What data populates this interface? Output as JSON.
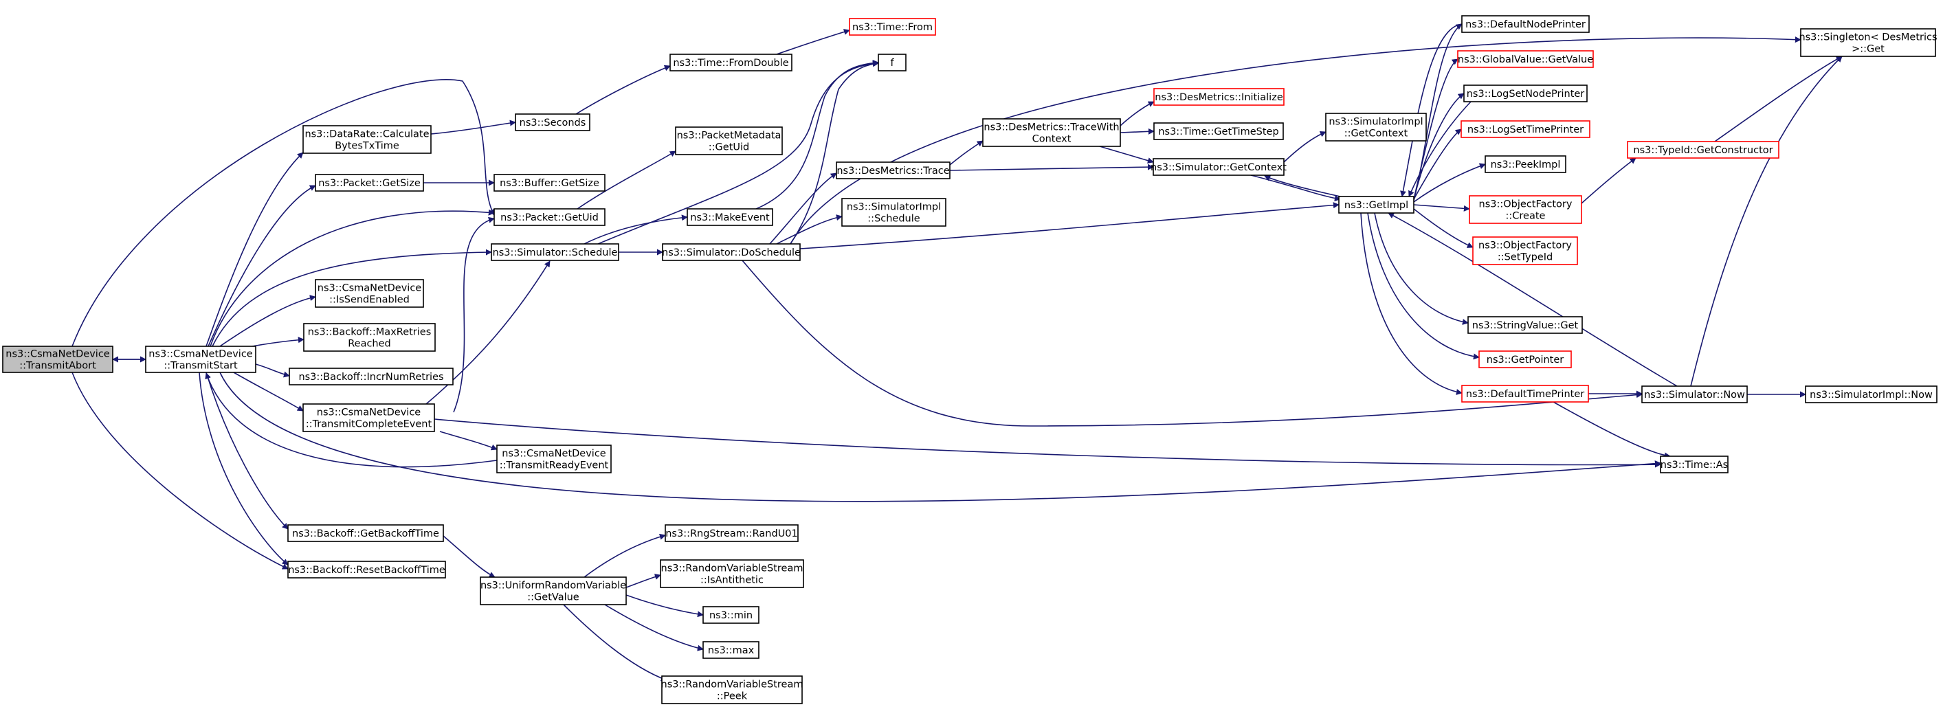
{
  "colors": {
    "edge": "#191970",
    "node_border": "#000000",
    "external_border": "#ff0000",
    "root_fill": "#bfbfbf"
  },
  "nodes": [
    {
      "id": "ta",
      "lines": [
        "ns3::CsmaNetDevice",
        "::TransmitAbort"
      ],
      "root": true
    },
    {
      "id": "ts",
      "lines": [
        "ns3::CsmaNetDevice",
        "::TransmitStart"
      ]
    },
    {
      "id": "dr",
      "lines": [
        "ns3::DataRate::Calculate",
        "BytesTxTime"
      ]
    },
    {
      "id": "sec",
      "lines": [
        "ns3::Seconds"
      ]
    },
    {
      "id": "tfd",
      "lines": [
        "ns3::Time::FromDouble"
      ]
    },
    {
      "id": "tf",
      "lines": [
        "ns3::Time::From"
      ],
      "red": true
    },
    {
      "id": "f",
      "lines": [
        "f"
      ]
    },
    {
      "id": "pgs",
      "lines": [
        "ns3::Packet::GetSize"
      ]
    },
    {
      "id": "bgs",
      "lines": [
        "ns3::Buffer::GetSize"
      ]
    },
    {
      "id": "pgu",
      "lines": [
        "ns3::Packet::GetUid"
      ]
    },
    {
      "id": "pmu",
      "lines": [
        "ns3::PacketMetadata",
        "::GetUid"
      ]
    },
    {
      "id": "me",
      "lines": [
        "ns3::MakeEvent"
      ]
    },
    {
      "id": "ss",
      "lines": [
        "ns3::Simulator::Schedule"
      ]
    },
    {
      "id": "sds",
      "lines": [
        "ns3::Simulator::DoSchedule"
      ]
    },
    {
      "id": "cse",
      "lines": [
        "ns3::CsmaNetDevice",
        "::IsSendEnabled"
      ]
    },
    {
      "id": "bmr",
      "lines": [
        "ns3::Backoff::MaxRetries",
        "Reached"
      ]
    },
    {
      "id": "bir",
      "lines": [
        "ns3::Backoff::IncrNumRetries"
      ]
    },
    {
      "id": "tce",
      "lines": [
        "ns3::CsmaNetDevice",
        "::TransmitCompleteEvent"
      ]
    },
    {
      "id": "tre",
      "lines": [
        "ns3::CsmaNetDevice",
        "::TransmitReadyEvent"
      ]
    },
    {
      "id": "bgb",
      "lines": [
        "ns3::Backoff::GetBackoffTime"
      ]
    },
    {
      "id": "brb",
      "lines": [
        "ns3::Backoff::ResetBackoffTime"
      ]
    },
    {
      "id": "urv",
      "lines": [
        "ns3::UniformRandomVariable",
        "::GetValue"
      ]
    },
    {
      "id": "rru",
      "lines": [
        "ns3::RngStream::RandU01"
      ]
    },
    {
      "id": "ria",
      "lines": [
        "ns3::RandomVariableStream",
        "::IsAntithetic"
      ]
    },
    {
      "id": "min",
      "lines": [
        "ns3::min"
      ]
    },
    {
      "id": "max",
      "lines": [
        "ns3::max"
      ]
    },
    {
      "id": "rpk",
      "lines": [
        "ns3::RandomVariableStream",
        "::Peek"
      ]
    },
    {
      "id": "dmt",
      "lines": [
        "ns3::DesMetrics::Trace"
      ]
    },
    {
      "id": "sis",
      "lines": [
        "ns3::SimulatorImpl",
        "::Schedule"
      ]
    },
    {
      "id": "dtc",
      "lines": [
        "ns3::DesMetrics::TraceWith",
        "Context"
      ]
    },
    {
      "id": "dmi",
      "lines": [
        "ns3::DesMetrics::Initialize"
      ],
      "red": true
    },
    {
      "id": "tgs",
      "lines": [
        "ns3::Time::GetTimeStep"
      ]
    },
    {
      "id": "sgc",
      "lines": [
        "ns3::Simulator::GetContext"
      ]
    },
    {
      "id": "sigc",
      "lines": [
        "ns3::SimulatorImpl",
        "::GetContext"
      ]
    },
    {
      "id": "gi",
      "lines": [
        "ns3::GetImpl"
      ]
    },
    {
      "id": "dnp",
      "lines": [
        "ns3::DefaultNodePrinter"
      ]
    },
    {
      "id": "ggv",
      "lines": [
        "ns3::GlobalValue::GetValue"
      ],
      "red": true
    },
    {
      "id": "lsn",
      "lines": [
        "ns3::LogSetNodePrinter"
      ]
    },
    {
      "id": "lst",
      "lines": [
        "ns3::LogSetTimePrinter"
      ],
      "red": true
    },
    {
      "id": "pi",
      "lines": [
        "ns3::PeekImpl"
      ]
    },
    {
      "id": "ofc",
      "lines": [
        "ns3::ObjectFactory",
        "::Create"
      ],
      "red": true
    },
    {
      "id": "ofs",
      "lines": [
        "ns3::ObjectFactory",
        "::SetTypeId"
      ],
      "red": true
    },
    {
      "id": "svg",
      "lines": [
        "ns3::StringValue::Get"
      ]
    },
    {
      "id": "gp",
      "lines": [
        "ns3::GetPointer"
      ],
      "red": true
    },
    {
      "id": "dtp",
      "lines": [
        "ns3::DefaultTimePrinter"
      ],
      "red": true
    },
    {
      "id": "tgc",
      "lines": [
        "ns3::TypeId::GetConstructor"
      ],
      "red": true
    },
    {
      "id": "sng",
      "lines": [
        "ns3::Singleton< DesMetrics",
        ">::Get"
      ]
    },
    {
      "id": "sn",
      "lines": [
        "ns3::Simulator::Now"
      ]
    },
    {
      "id": "sin",
      "lines": [
        "ns3::SimulatorImpl::Now"
      ]
    },
    {
      "id": "tas",
      "lines": [
        "ns3::Time::As"
      ]
    }
  ]
}
